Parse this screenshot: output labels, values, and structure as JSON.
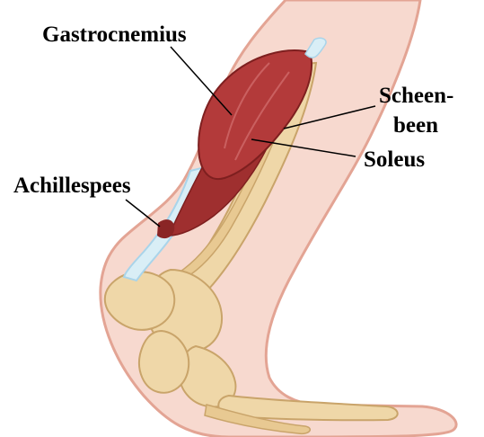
{
  "labels": {
    "gastrocnemius": "Gastrocnemius",
    "scheen_line1": "Scheen-",
    "scheen_line2": "been",
    "soleus": "Soleus",
    "achillespees": "Achillespees"
  },
  "colors": {
    "background": "#ffffff",
    "skin_fill": "#f7d9cf",
    "skin_outline": "#e3a494",
    "bone": "#efd7a8",
    "bone_outline": "#c9a46a",
    "muscle": "#b33a3a",
    "muscle_dark": "#7e1f1f",
    "tendon": "#d9eef6",
    "tendon_blue": "#a9d4ea",
    "leader_line": "#000000"
  },
  "figure": {
    "type": "anatomical-illustration",
    "subject": "leg"
  }
}
